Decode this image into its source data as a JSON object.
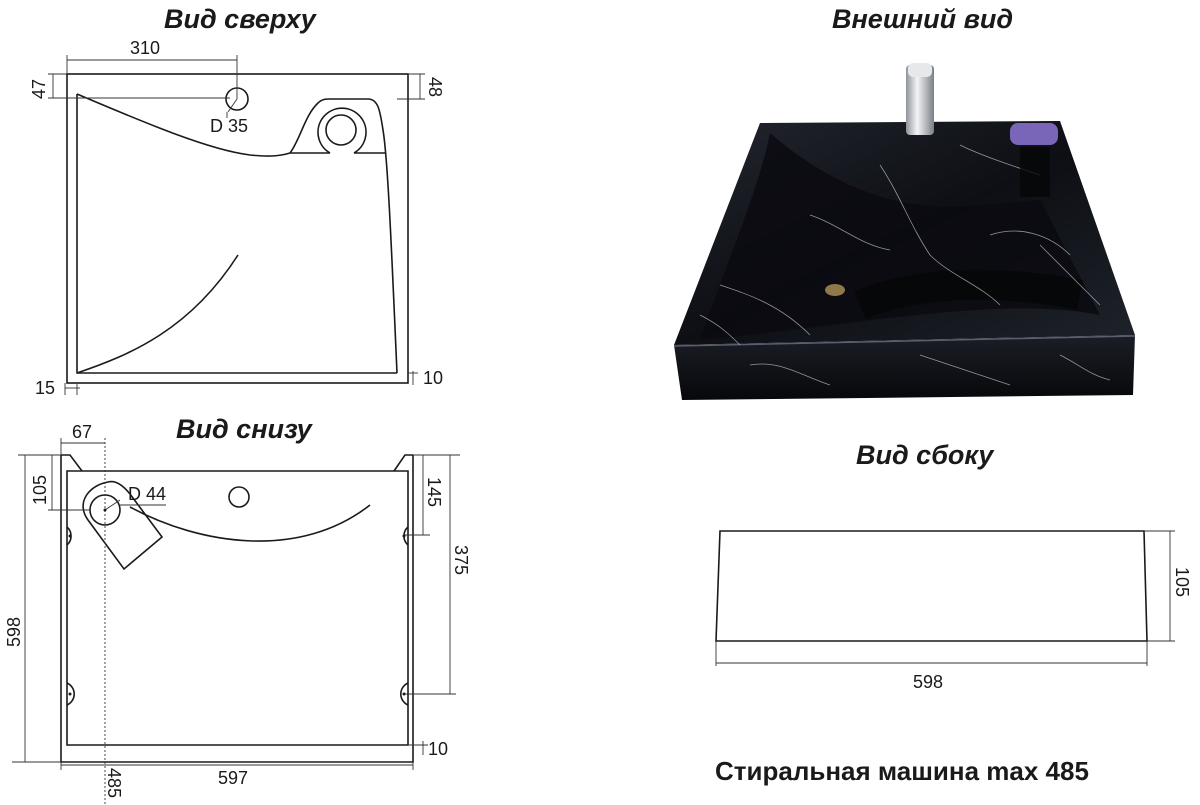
{
  "titles": {
    "top_view": "Вид сверху",
    "external_view": "Внешний вид",
    "bottom_view": "Вид снизу",
    "side_view": "Вид сбоку"
  },
  "caption": "Стиральная машина max 485",
  "top_view": {
    "dimensions": {
      "tap_offset": "310",
      "top_rim_left": "47",
      "top_rim_right": "48",
      "tap_hole": "D 35",
      "side_rim": "15",
      "bottom_rim": "10"
    }
  },
  "bottom_view": {
    "dimensions": {
      "drain_offset_x": "67",
      "drain_offset_y": "105",
      "drain_hole": "D 44",
      "bracket_top": "145",
      "bracket_spacing": "375",
      "depth": "598",
      "width": "597",
      "bottom_rim": "10",
      "washer_max": "485"
    }
  },
  "side_view": {
    "dimensions": {
      "length": "598",
      "height": "105"
    }
  },
  "photo": {
    "colors": {
      "marble": "#0b0d12",
      "vein": "#c9ccd2",
      "soap": "#7a66b8",
      "chrome": "#d5d8dc"
    }
  }
}
